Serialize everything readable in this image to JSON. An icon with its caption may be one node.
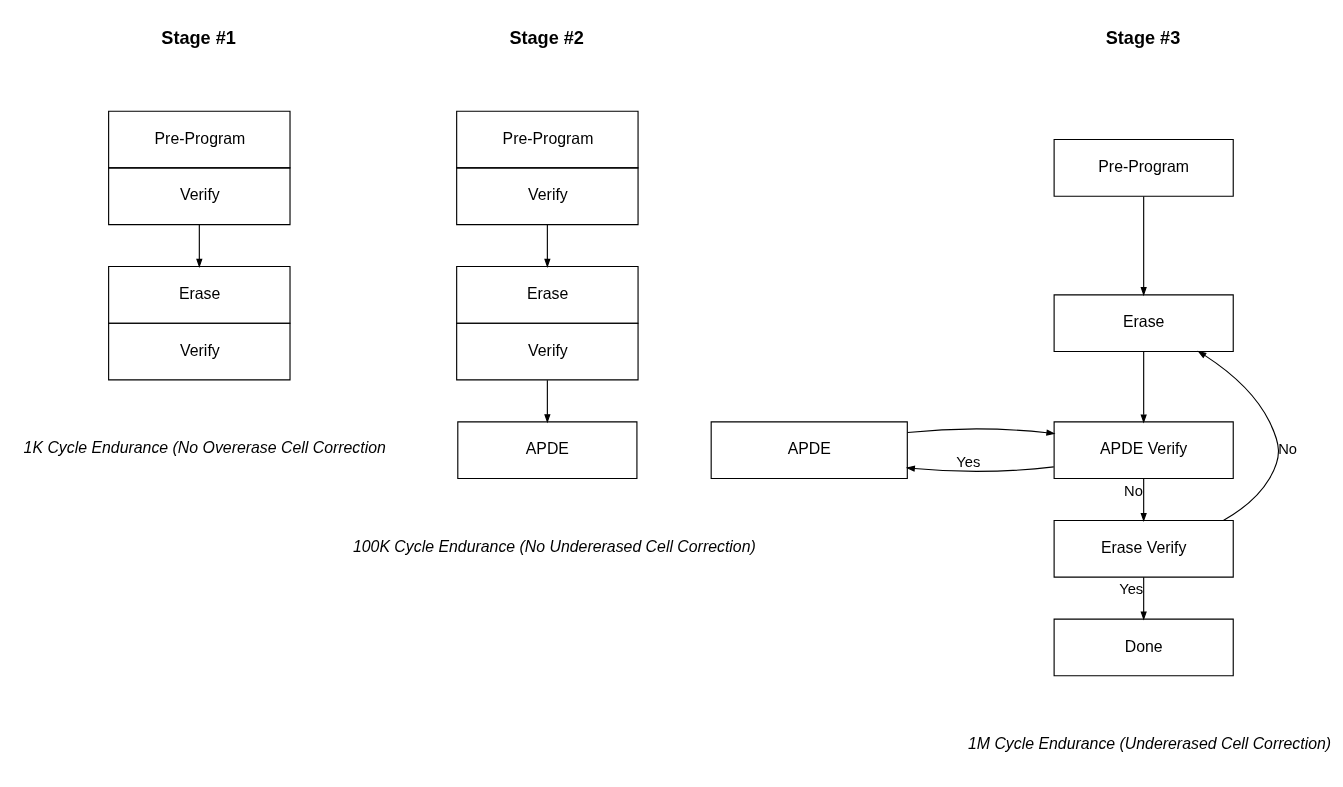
{
  "diagram": {
    "nodes": [
      {
        "text": [
          "Pre-Program",
          "Verify"
        ]
      },
      {
        "text": [
          "Erase",
          "Verify"
        ]
      },
      {
        "text": [
          "Pre-Program",
          "Verify"
        ]
      },
      {
        "text": [
          "Erase",
          "Verify"
        ]
      },
      {
        "text": [
          "APDE"
        ]
      },
      {
        "text": [
          "Pre-Program"
        ]
      },
      {
        "text": [
          "Erase"
        ]
      },
      {
        "text": [
          "APDE Verify"
        ]
      },
      {
        "text": [
          "APDE"
        ]
      },
      {
        "text": [
          "Erase Verify"
        ]
      },
      {
        "text": [
          "Done"
        ]
      }
    ],
    "edges": [
      {
        "from": 0,
        "to": 1,
        "arrow": "to"
      },
      {
        "from": 2,
        "to": 3,
        "arrow": "to"
      },
      {
        "from": 3,
        "to": 4,
        "arrow": "to"
      },
      {
        "from": 5,
        "to": 6,
        "arrow": "to"
      },
      {
        "from": 6,
        "to": 7,
        "arrow": "to"
      },
      {
        "from": 7,
        "to": 8,
        "arrow": "to",
        "label": "Yes"
      },
      {
        "from": 8,
        "to": 7,
        "arrow": "to"
      },
      {
        "from": 7,
        "to": 9,
        "arrow": "to",
        "label": "No"
      },
      {
        "from": 9,
        "to": 6,
        "arrow": "to",
        "label": "No"
      },
      {
        "from": 9,
        "to": 10,
        "arrow": "to",
        "label": "Yes"
      }
    ],
    "labels": [
      "Stage #1",
      "Stage #2",
      "Stage #3",
      "1K Cycle Endurance (No Overerase Cell Correction",
      "100K Cycle Endurance (No Undererased Cell Correction)",
      "1M Cycle Endurance (Undererased Cell Correction)"
    ]
  }
}
